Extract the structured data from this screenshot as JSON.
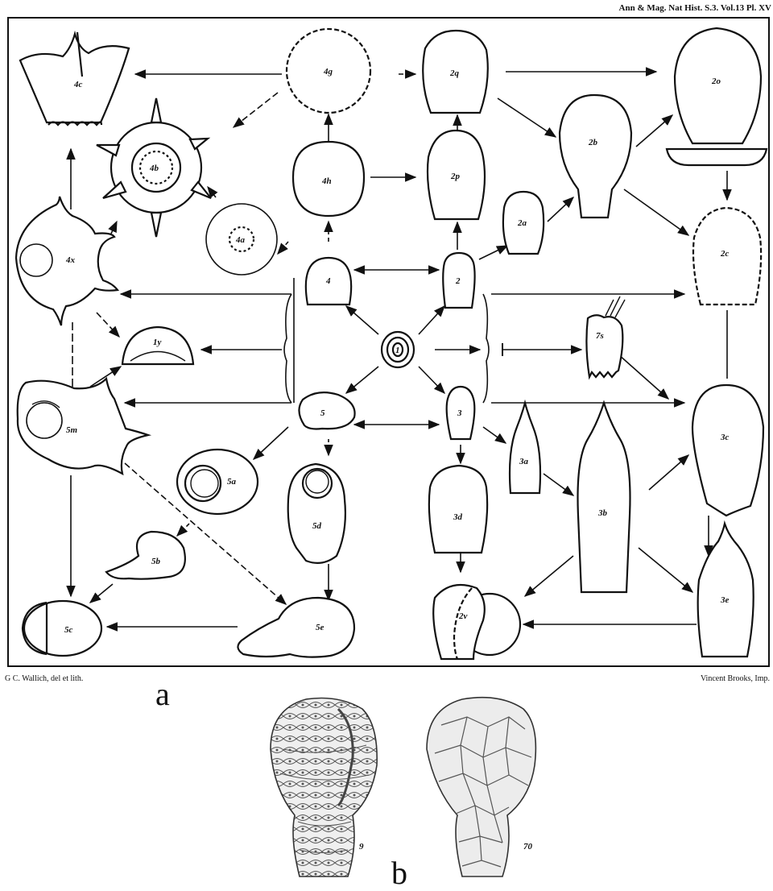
{
  "header": {
    "citation": "Ann & Mag. Nat Hist. S.3. Vol.13 Pl. XV"
  },
  "footer": {
    "artist": "G C. Wallich, del et lith.",
    "printer": "Vincent Brooks, Imp."
  },
  "panel_labels": {
    "a": "a",
    "b": "b"
  },
  "forms": [
    {
      "id": "f-4c",
      "label": "4c"
    },
    {
      "id": "f-4g",
      "label": "4g"
    },
    {
      "id": "f-2q",
      "label": "2q"
    },
    {
      "id": "f-2o",
      "label": "2o"
    },
    {
      "id": "f-4b",
      "label": "4b"
    },
    {
      "id": "f-4a",
      "label": "4a"
    },
    {
      "id": "f-2p",
      "label": "2p"
    },
    {
      "id": "f-2b",
      "label": "2b"
    },
    {
      "id": "f-4h",
      "label": "4h"
    },
    {
      "id": "f-4x",
      "label": "4x"
    },
    {
      "id": "f-4",
      "label": "4"
    },
    {
      "id": "f-2",
      "label": "2"
    },
    {
      "id": "f-2a",
      "label": "2a"
    },
    {
      "id": "f-2c",
      "label": "2c"
    },
    {
      "id": "f-1y",
      "label": "1y"
    },
    {
      "id": "f-1",
      "label": "1"
    },
    {
      "id": "f-7s",
      "label": "7s"
    },
    {
      "id": "f-5m",
      "label": "5m"
    },
    {
      "id": "f-5",
      "label": "5"
    },
    {
      "id": "f-3",
      "label": "3"
    },
    {
      "id": "f-3a",
      "label": "3a"
    },
    {
      "id": "f-3b",
      "label": "3b"
    },
    {
      "id": "f-3c",
      "label": "3c"
    },
    {
      "id": "f-5a",
      "label": "5a"
    },
    {
      "id": "f-5d",
      "label": "5d"
    },
    {
      "id": "f-3d",
      "label": "3d"
    },
    {
      "id": "f-5b",
      "label": "5b"
    },
    {
      "id": "f-5c",
      "label": "5c"
    },
    {
      "id": "f-5e",
      "label": "5e"
    },
    {
      "id": "f-2v",
      "label": "2v"
    },
    {
      "id": "f-3e",
      "label": "3e"
    }
  ],
  "figures_b": [
    {
      "id": "fig-9",
      "label": "9"
    },
    {
      "id": "fig-10",
      "label": "70"
    }
  ]
}
